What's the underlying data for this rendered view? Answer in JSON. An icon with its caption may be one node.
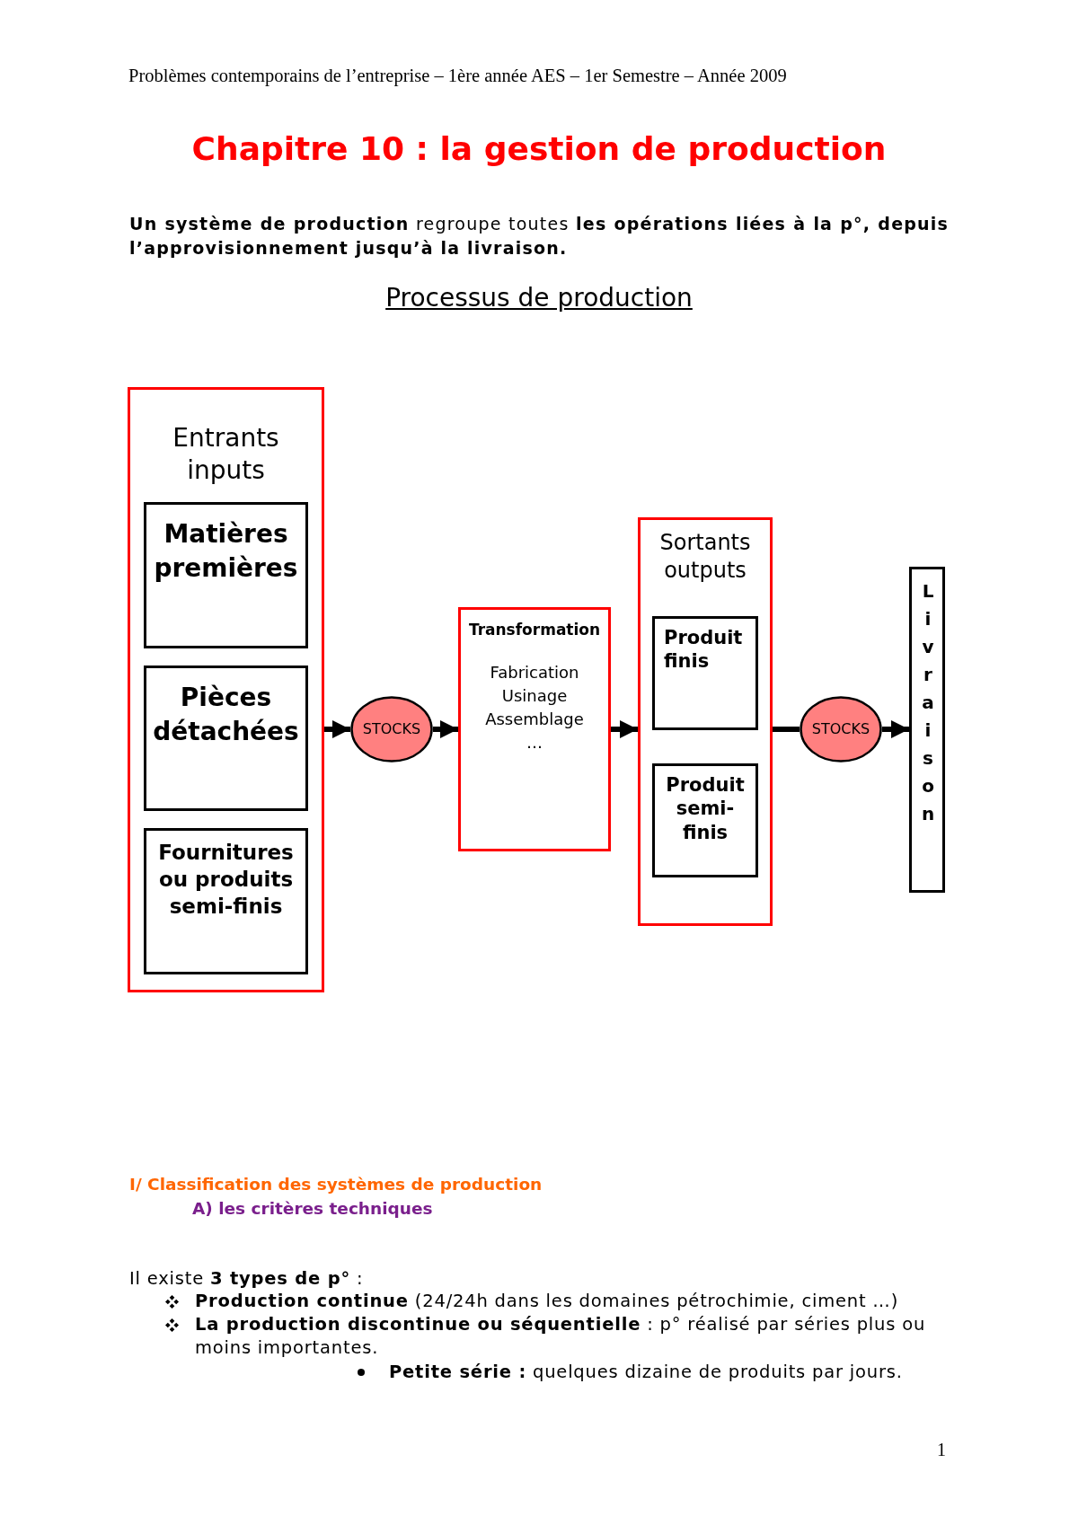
{
  "diagram": {
    "title": "Chapitre 10 : la gestion de production",
    "nodes": [
      {
        "text": [
          "Entrants inputs"
        ]
      },
      {
        "text": [
          "Matières premières"
        ],
        "in": 0
      },
      {
        "text": [
          "Pièces détachées"
        ],
        "in": 0
      },
      {
        "text": [
          "Fournitures ou produits semi-finis"
        ],
        "in": 0
      },
      {
        "text": [
          "STOCKS"
        ]
      },
      {
        "text": [
          "Transformation",
          "Fabrication Usinage Assemblage …"
        ]
      },
      {
        "text": [
          "Sortants outputs"
        ]
      },
      {
        "text": [
          "Produit finis"
        ],
        "in": 6
      },
      {
        "text": [
          "Produit semi-finis"
        ],
        "in": 6
      },
      {
        "text": [
          "STOCKS"
        ]
      },
      {
        "text": [
          "Livraison"
        ]
      }
    ],
    "edges": [
      {
        "from": 0,
        "to": 4,
        "arrow": "to"
      },
      {
        "from": 4,
        "to": 5,
        "arrow": "to"
      },
      {
        "from": 5,
        "to": 6,
        "arrow": "to"
      },
      {
        "from": 6,
        "to": 9,
        "arrow": "none"
      },
      {
        "from": 9,
        "to": 10,
        "arrow": "to"
      }
    ],
    "labels": [
      "Problèmes contemporains de l’entreprise – 1ère année AES – 1er Semestre – Année 2009",
      "**Un système de production** regroupe toutes **les opérations liées à la p°, depuis l’approvisionnement jusqu’à la livraison.**",
      "Processus de production",
      "I/ Classification des systèmes de production",
      "A) les critères techniques",
      "Il existe **3 types de p°** :",
      "**Production continue** (24/24h dans les domaines pétrochimie, ciment …)",
      "**La production discontinue ou séquentielle** : p° réalisé par séries plus ou moins importantes.",
      "**Petite série :** quelques dizaine de produits par jours.",
      "1"
    ]
  }
}
